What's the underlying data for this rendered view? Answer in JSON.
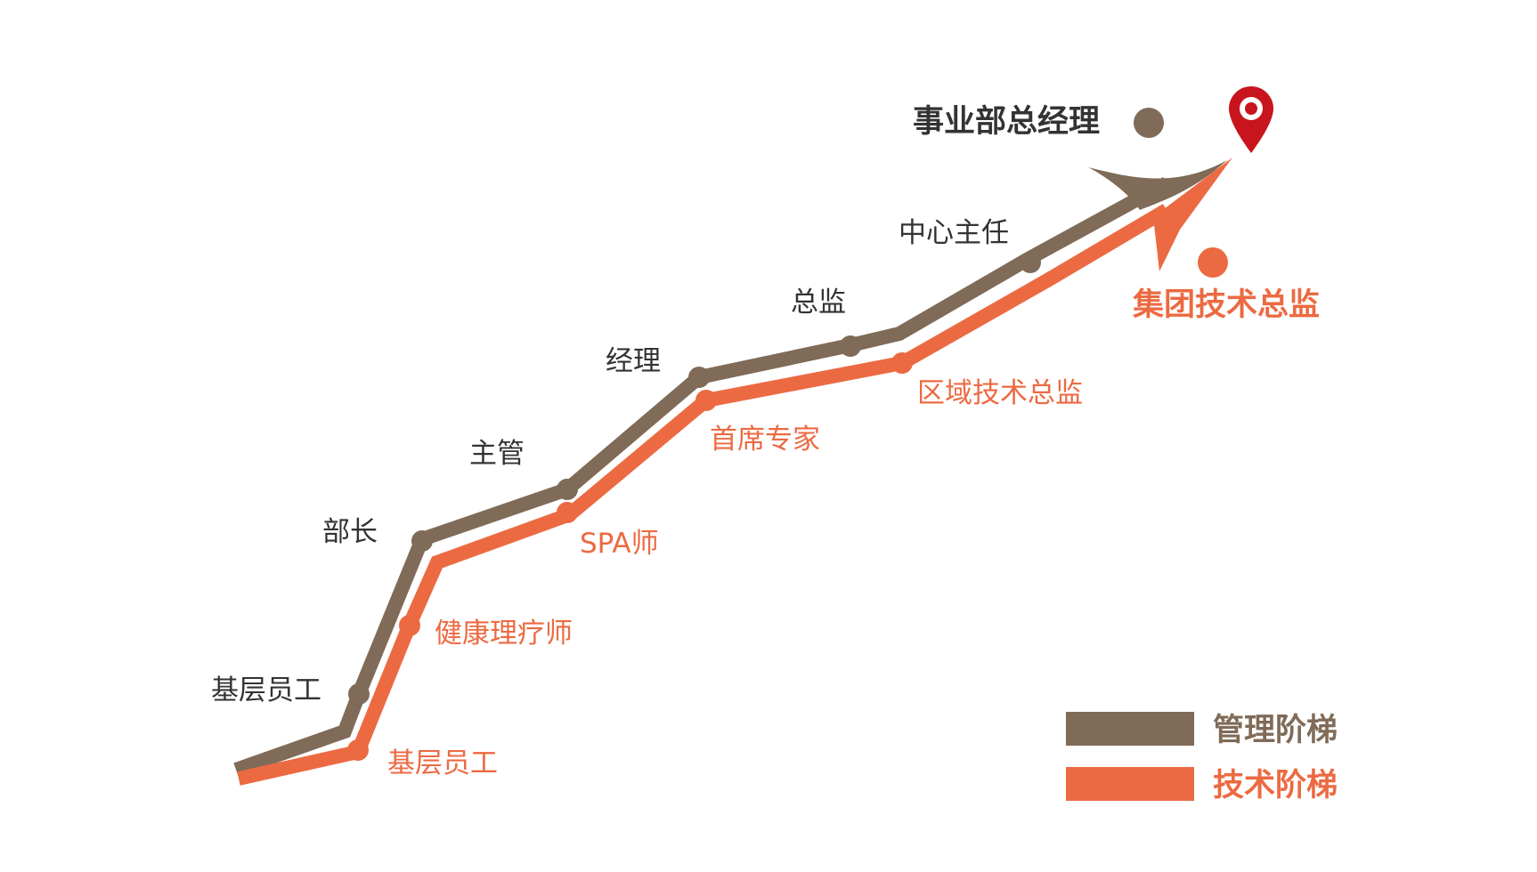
{
  "colors": {
    "management": "#7f6b58",
    "technical": "#ec6a42",
    "label_dark": "#333333",
    "pin": "#c8151d"
  },
  "management_track": {
    "steps": [
      {
        "label": "基层员工"
      },
      {
        "label": "部长"
      },
      {
        "label": "主管"
      },
      {
        "label": "经理"
      },
      {
        "label": "总监"
      },
      {
        "label": "中心主任"
      }
    ],
    "goal": "事业部总经理"
  },
  "technical_track": {
    "steps": [
      {
        "label": "基层员工"
      },
      {
        "label": "健康理疗师"
      },
      {
        "label": "SPA师"
      },
      {
        "label": "首席专家"
      },
      {
        "label": "区域技术总监"
      }
    ],
    "goal": "集团技术总监"
  },
  "legend": {
    "management_label": "管理阶梯",
    "technical_label": "技术阶梯"
  },
  "icons": {
    "goal_pin": "location-pin-icon"
  }
}
